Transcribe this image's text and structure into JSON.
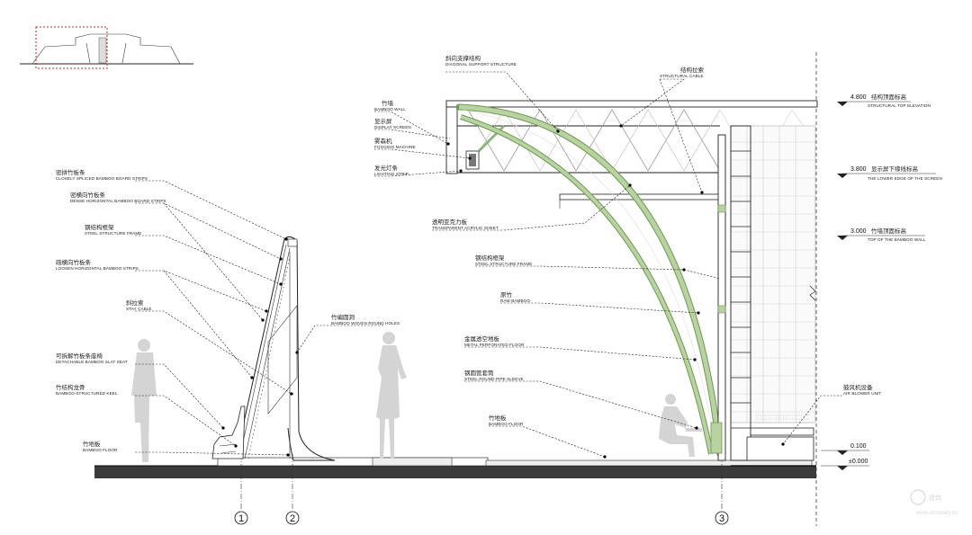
{
  "labels": {
    "closely_spliced": {
      "cn": "密拼竹板条",
      "en": "CLOSELY SPLICED BAMBOO BOARD STRIPS"
    },
    "dense_horizontal": {
      "cn": "密横向竹板条",
      "en": "DENSE HORIZONTAL BAMBOO BOARD STRIPS"
    },
    "steel_frame_left": {
      "cn": "钢结构框架",
      "en": "STEEL STRUCTURE FRAME"
    },
    "loosen_horizontal": {
      "cn": "疏横向竹板条",
      "en": "LOOSEN HORIZONTAL BAMBOO STRIPS"
    },
    "stay_cable": {
      "cn": "斜拉索",
      "en": "STAY CABLE"
    },
    "detachable_seat": {
      "cn": "可拆解竹板条座椅",
      "en": "DETACHABLE BAMBOO SLAT SEAT"
    },
    "bamboo_keel": {
      "cn": "竹结构龙骨",
      "en": "BAMBOO-STRUCTURED KEEL"
    },
    "bamboo_floor_left": {
      "cn": "竹地板",
      "en": "BAMBOO FLOOR"
    },
    "woven_holes": {
      "cn": "竹编圆洞",
      "en": "BAMBOO WOVEN ROUND HOLES"
    },
    "diagonal_support": {
      "cn": "斜向支撑结构",
      "en": "DIAGONAL SUPPORT STRUCTURE"
    },
    "structural_cable": {
      "cn": "结构拉索",
      "en": "STRUCTURAL CABLE"
    },
    "bamboo_wall": {
      "cn": "竹墙",
      "en": "BAMBOO WALL"
    },
    "display_screen": {
      "cn": "显示屏",
      "en": "DISPLAY SCREEN"
    },
    "fogging_machine": {
      "cn": "雾森机",
      "en": "FOGGING MACHINE"
    },
    "lighting_strip": {
      "cn": "发光灯条",
      "en": "LIGHTING STRIP"
    },
    "acrylic_sheet": {
      "cn": "透明亚克力板",
      "en": "TRANSPARENT ACRYLIC SHEET"
    },
    "steel_frame_right": {
      "cn": "钢结构框架",
      "en": "STEEL STRUCTURE FRAME"
    },
    "raw_bamboo": {
      "cn": "原竹",
      "en": "RAW BAMBOO"
    },
    "metal_floor": {
      "cn": "金属透空地板",
      "en": "METAL PERFORATED FLOOR"
    },
    "pipe_sleeve": {
      "cn": "钢圆管套筒",
      "en": "STEEL ROUND PIPE SLEEVE"
    },
    "bamboo_floor_right": {
      "cn": "竹地板",
      "en": "BAMBOO FLOOR"
    },
    "air_blower": {
      "cn": "鼓风机设备",
      "en": "AIR BLOWER UNIT"
    }
  },
  "elevations": {
    "top": {
      "value": "4.800",
      "cn": "结构顶面标高",
      "en": "STRUCTURAL TOP ELEVATION"
    },
    "screen": {
      "value": "3.800",
      "cn": "显示屏下缘线标高",
      "en": "THE LOWER EDGE OF THE SCREEN"
    },
    "wall": {
      "value": "3.000",
      "cn": "竹墙顶面标高",
      "en": "TOP OF THE BAMBOO WALL"
    },
    "floor_top": {
      "value": "0.100"
    },
    "ground": {
      "value": "±0.000"
    }
  },
  "axes": [
    "1",
    "2",
    "3"
  ],
  "watermark": {
    "logo": "建筑",
    "url": "www.archdaily.cn"
  },
  "colors": {
    "bamboo_green": "#b9d3a0",
    "green_stroke": "#6c9a54",
    "ground": "#3b3b3b",
    "key_red": "#cc2222"
  }
}
